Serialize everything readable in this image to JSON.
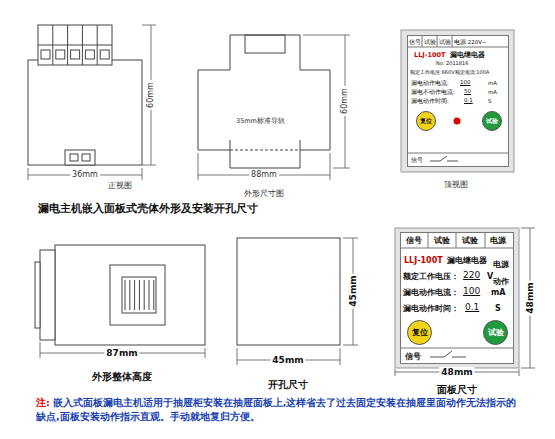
{
  "diagram": {
    "title": "漏电主机嵌入面板式壳体外形及安装开孔尺寸",
    "nodes": [
      {
        "text": [
          "信号",
          "试验",
          "试验",
          "电源 220V~",
          "LLJ-100T",
          "漏电继电器",
          "No: 2011816",
          "额定工作电压:660V额定电流:100A",
          "漏电动作电流:",
          "100",
          "mA",
          "漏电不动作电流:",
          "50",
          "mA",
          "漏电动作时间:",
          "0.1",
          "S",
          "信号"
        ]
      },
      {
        "text": [
          "复位"
        ],
        "in": 0
      },
      {
        "text": [
          "试验"
        ],
        "in": 0
      },
      {
        "text": [
          "信号",
          "试验",
          "试验",
          "电源",
          "LLJ-100T",
          "漏电继电器",
          "电源",
          "额定工作电压：",
          "220",
          "V",
          "动作",
          "漏电动作电流：",
          "100",
          "mA",
          "漏电动作时间：",
          "0.1",
          "S",
          "信号"
        ]
      },
      {
        "text": [
          "复位"
        ],
        "in": 3
      },
      {
        "text": [
          "试验"
        ],
        "in": 3
      }
    ],
    "labels": [
      "60mm",
      "36mm",
      "正视图",
      "35mm标准导轨",
      "88mm",
      "外形尺寸图",
      "60mm",
      "顶视图",
      "87mm",
      "外形整体高度",
      "45mm",
      "45mm",
      "开孔尺寸",
      "48mm",
      "48mm",
      "面板尺寸",
      "注:",
      "嵌入式面板漏电主机适用于抽屉柜安装在抽屉面板上,这样省去了过去固定安装在抽屉里面动作无法指示的缺点,面板安装动作指示直观。手动就地复归方便。"
    ]
  }
}
